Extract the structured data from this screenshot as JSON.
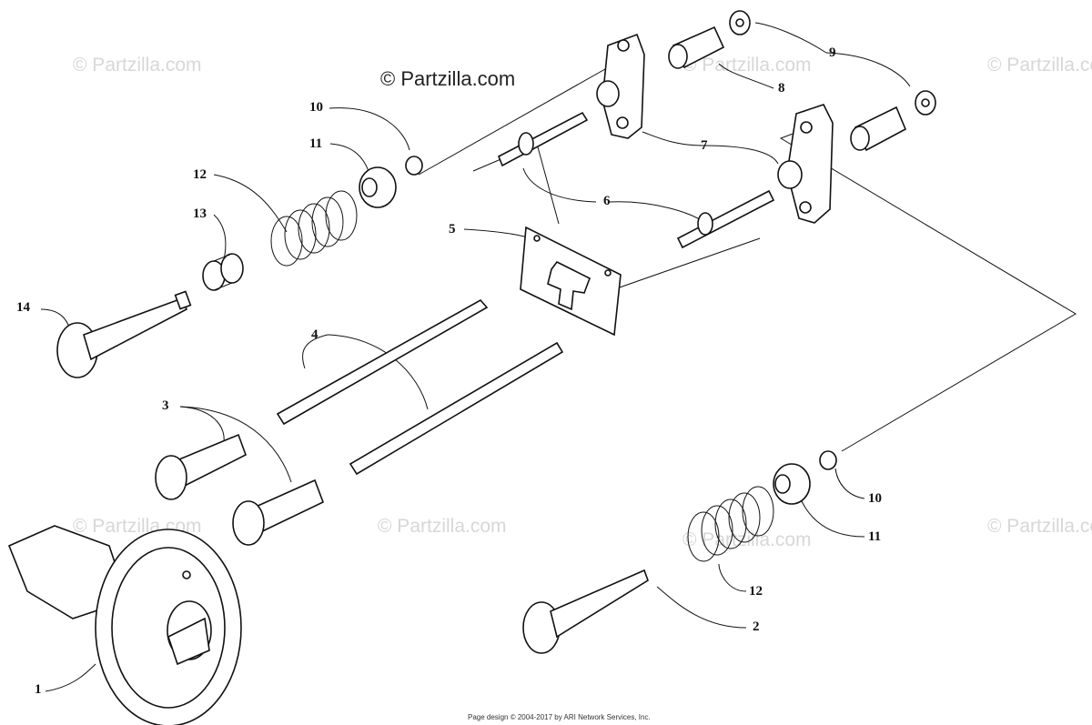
{
  "brand": "© Partzilla.com",
  "watermarks": {
    "w1": "© Partzilla.com",
    "w2": "© Partzilla.com",
    "w3": "© Partzilla.com",
    "w4": "© Partzilla.com",
    "w5": "© Partzilla.com",
    "w6": "© Partzilla.com",
    "w7": "© Partzilla.com"
  },
  "callouts": {
    "c1": "1",
    "c2": "2",
    "c3": "3",
    "c4": "4",
    "c5": "5",
    "c6": "6",
    "c7": "7",
    "c8": "8",
    "c9": "9",
    "c10a": "10",
    "c10b": "10",
    "c11a": "11",
    "c11b": "11",
    "c12a": "12",
    "c12b": "12",
    "c13": "13",
    "c14": "14"
  },
  "footer": "Page design © 2004-2017 by ARI Network Services, Inc.",
  "colors": {
    "line": "#111111",
    "watermark": "#d7d7d7",
    "background": "#ffffff"
  }
}
